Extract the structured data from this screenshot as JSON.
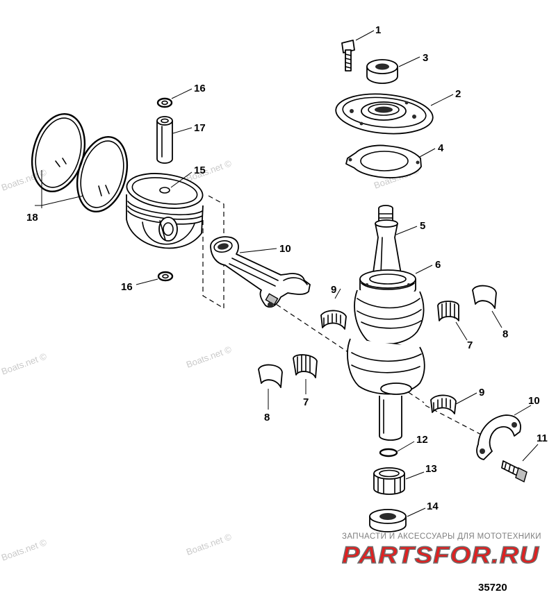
{
  "figure_number": "35720",
  "watermark_text": "Boats.net ©",
  "shop_banner": {
    "line": "ЗАПЧАСТИ И АКСЕССУАРЫ ДЛЯ МОТОТЕХНИКИ",
    "brand_logo": "PARTSFOR.RU",
    "brand_color": "#e02020"
  },
  "callouts": {
    "c1": "1",
    "c2": "2",
    "c3": "3",
    "c4": "4",
    "c5": "5",
    "c6": "6",
    "c7a": "7",
    "c7b": "7",
    "c8a": "8",
    "c8b": "8",
    "c9a": "9",
    "c9b": "9",
    "c10a": "10",
    "c10b": "10",
    "c11": "11",
    "c12": "12",
    "c13": "13",
    "c14": "14",
    "c15": "15",
    "c16a": "16",
    "c16b": "16",
    "c17": "17",
    "c18": "18"
  },
  "parts": [
    {
      "callout": "1",
      "icon": "bolt-icon"
    },
    {
      "callout": "2",
      "icon": "bearing-housing-icon"
    },
    {
      "callout": "3",
      "icon": "seal-icon"
    },
    {
      "callout": "4",
      "icon": "gasket-icon"
    },
    {
      "callout": "5",
      "icon": "crankshaft-icon"
    },
    {
      "callout": "6",
      "icon": "ball-bearing-icon"
    },
    {
      "callout": "7",
      "icon": "needle-bearing-icon"
    },
    {
      "callout": "8",
      "icon": "bearing-race-icon"
    },
    {
      "callout": "9",
      "icon": "needle-bearing-icon"
    },
    {
      "callout": "10",
      "icon": "connecting-rod-icon"
    },
    {
      "callout": "11",
      "icon": "rod-bolt-icon"
    },
    {
      "callout": "12",
      "icon": "retaining-ring-icon"
    },
    {
      "callout": "13",
      "icon": "roller-bearing-icon"
    },
    {
      "callout": "14",
      "icon": "oil-seal-icon"
    },
    {
      "callout": "15",
      "icon": "piston-icon"
    },
    {
      "callout": "16",
      "icon": "lock-ring-icon"
    },
    {
      "callout": "17",
      "icon": "piston-pin-icon"
    },
    {
      "callout": "18",
      "icon": "piston-ring-icon"
    }
  ]
}
